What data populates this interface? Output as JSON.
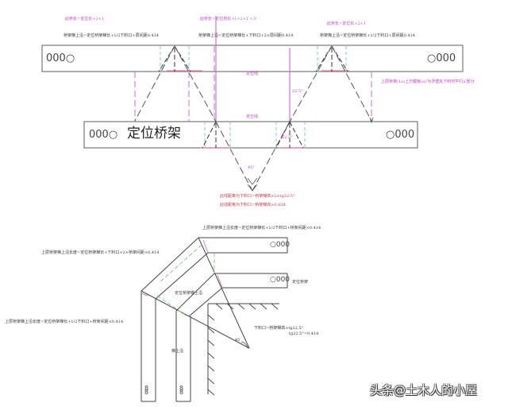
{
  "diagram": {
    "top": {
      "magenta_labels": [
        "此桥长=定位长+2+1",
        "此桥长=定位桥长+1+2+1'+3'",
        "此桥长=定位长+2+1"
      ],
      "black_labels": [
        "桥架梯上沿=定位桥架梯长+1/2下料口+层间距0.414",
        "桥架梯上沿=定位桥架梯长+下料口+2×层间距0.414",
        "桥架梯上沿=定位桥架梯长+1/2下料口+层间距0.414"
      ],
      "upper_tray_left_marks": "000○",
      "upper_tray_right_marks": "○000",
      "positioning_tray_label": "定位桥架",
      "positioning_tray_left_marks": "000○",
      "positioning_tray_right_marks": "○000",
      "positioning_line_label_upper": "定位线",
      "positioning_line_label_lower": "定位线",
      "angle_upper": "22.5°",
      "angle_lower": "22.5°",
      "angle_bottom": "45°",
      "side_note": "上层桥架(1a)上方腹板(a)'为矛盾处下料时平行a'部分",
      "red_formula_1": "此线距离为下料口=桥架梯高×2×tg22.5°",
      "red_formula_2": "此线距离为下料口=桥架梯高×0.828"
    },
    "bottom": {
      "label_top": "上层桥架梯上沿长度=定位桥架梯长+1/2下料口+桥架间距×0.414",
      "label_mid_left": "上层桥架梯上沿长度=定位桥架梯长+下料口+2×桥架间距×0.414",
      "label_low_left": "上层桥架梯上沿长度=定位桥架梯长+1/2下料口+桥架间距×0.414",
      "label_positioning_top": "定位桥架梯上沿",
      "label_positioning_tray": "定位桥架",
      "label_rung_top": "梯上沿",
      "formula_line_1": "下料口=桥架梯高×tg22.5°",
      "formula_line_2": "tg22.5°=0.414",
      "angle": "45",
      "tray_end_marks_upper": "○000",
      "tray_end_marks_lower": "○000"
    },
    "watermark": "头条@土木人的小屋"
  }
}
